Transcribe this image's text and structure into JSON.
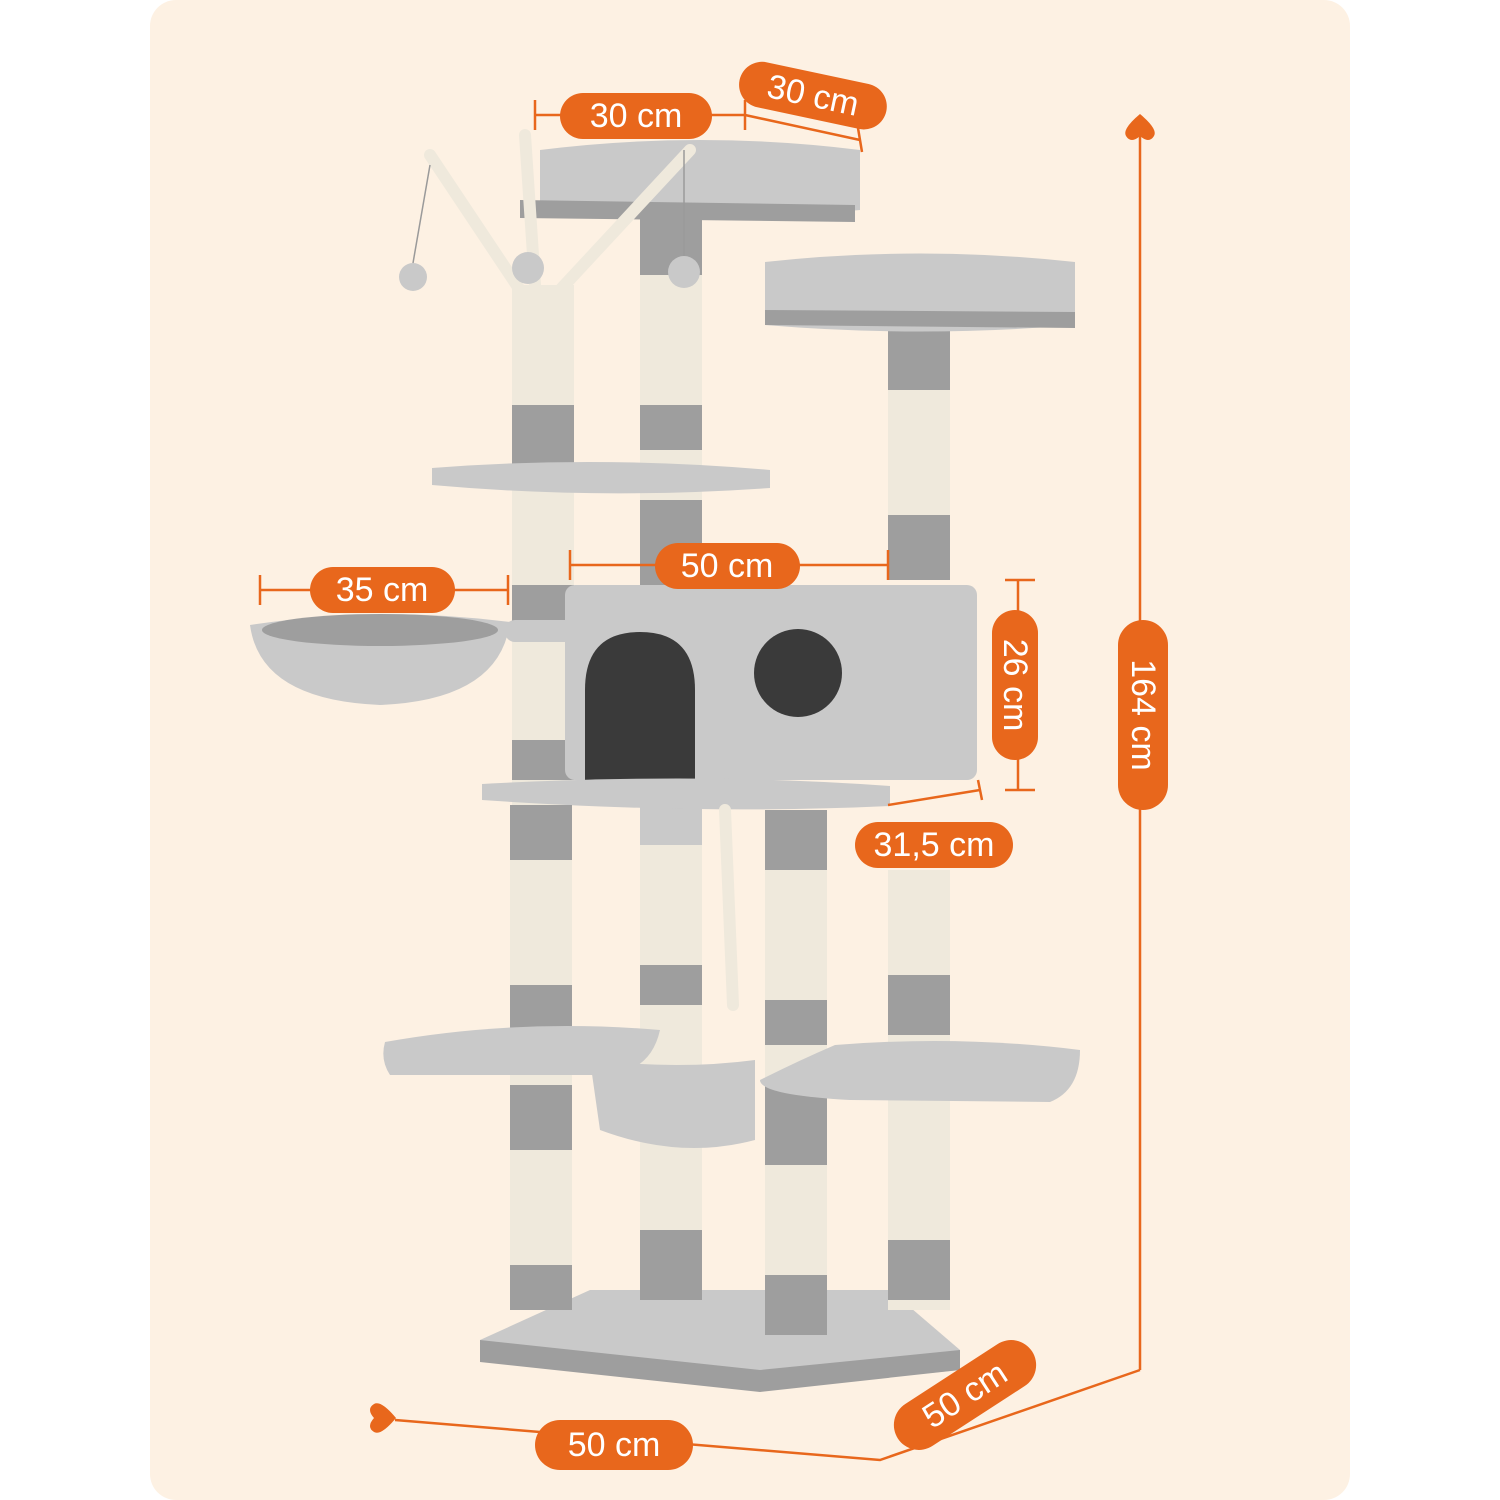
{
  "colors": {
    "background": "#fdf1e3",
    "accent": "#e8671c",
    "plush": "#c9c9c9",
    "plush_dark": "#9e9e9e",
    "sisal": "#efe9dc",
    "condo_hole": "#3a3a3a"
  },
  "dimensions": {
    "top_perch_width": "30 cm",
    "top_perch_depth": "30 cm",
    "total_height": "164 cm",
    "condo_width": "50 cm",
    "basket_width": "35 cm",
    "condo_height": "26 cm",
    "condo_depth": "31,5 cm",
    "base_width": "50 cm",
    "base_depth": "50 cm"
  },
  "illustration": {
    "subject": "cat-tree"
  }
}
